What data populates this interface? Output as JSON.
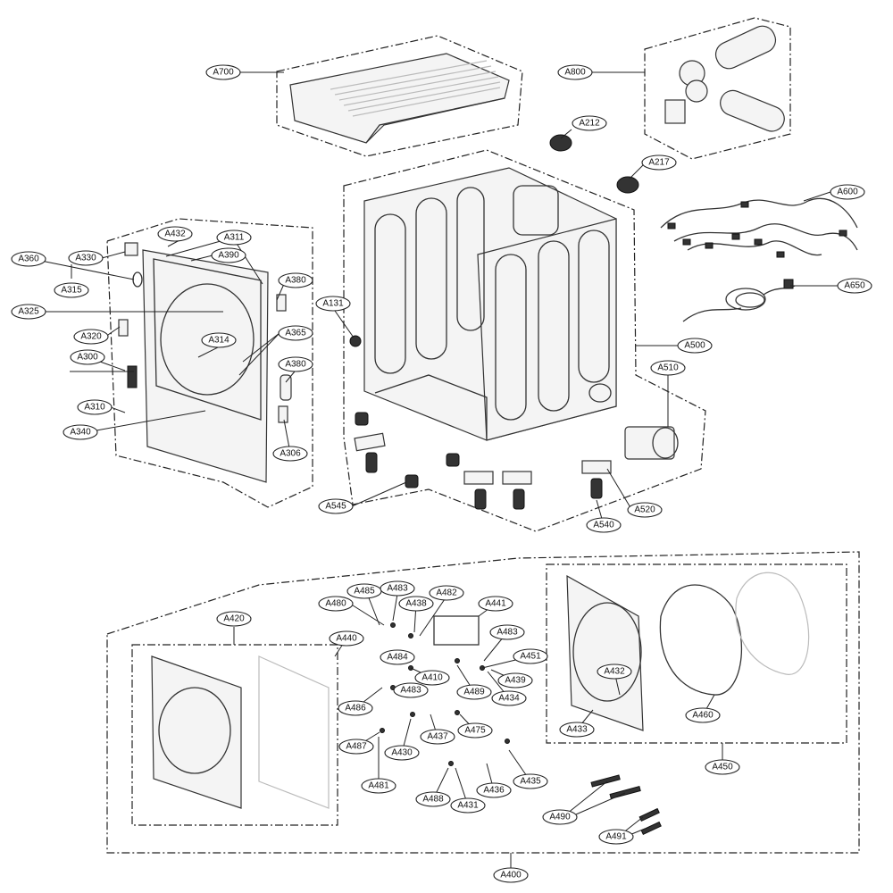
{
  "callouts": {
    "A700": "A700",
    "A800": "A800",
    "A212": "A212",
    "A217": "A217",
    "A600": "A600",
    "A650": "A650",
    "A500": "A500",
    "A510": "A510",
    "A131": "A131",
    "A432": "A432",
    "A311": "A311",
    "A390": "A390",
    "A330": "A330",
    "A360": "A360",
    "A315": "A315",
    "A325": "A325",
    "A380a": "A380",
    "A314": "A314",
    "A365": "A365",
    "A320": "A320",
    "A300": "A300",
    "A380b": "A380",
    "A310": "A310",
    "A340": "A340",
    "A306": "A306",
    "A545": "A545",
    "A520": "A520",
    "A540": "A540",
    "A485": "A485",
    "A483a": "A483",
    "A482": "A482",
    "A480": "A480",
    "A438": "A438",
    "A441": "A441",
    "A440": "A440",
    "A483b": "A483",
    "A484": "A484",
    "A451": "A451",
    "A410": "A410",
    "A489": "A489",
    "A434": "A434",
    "A439": "A439",
    "A420": "A420",
    "A486": "A486",
    "A483c": "A483",
    "A437": "A437",
    "A475": "A475",
    "A487": "A487",
    "A430": "A430",
    "A481": "A481",
    "A488": "A488",
    "A431": "A431",
    "A436": "A436",
    "A435": "A435",
    "A433": "A433",
    "A432b": "A432",
    "A460": "A460",
    "A450": "A450",
    "A490": "A490",
    "A491": "A491",
    "A400": "A400"
  }
}
